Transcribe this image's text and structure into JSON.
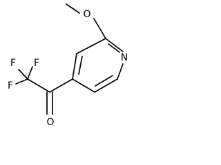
{
  "molecule": {
    "atoms": {
      "methyl": "",
      "ether_oxygen": "O",
      "ring_nitrogen": "N",
      "carbonyl_oxygen": "O",
      "fluorine_1": "F",
      "fluorine_2": "F",
      "fluorine_3": "F"
    }
  }
}
